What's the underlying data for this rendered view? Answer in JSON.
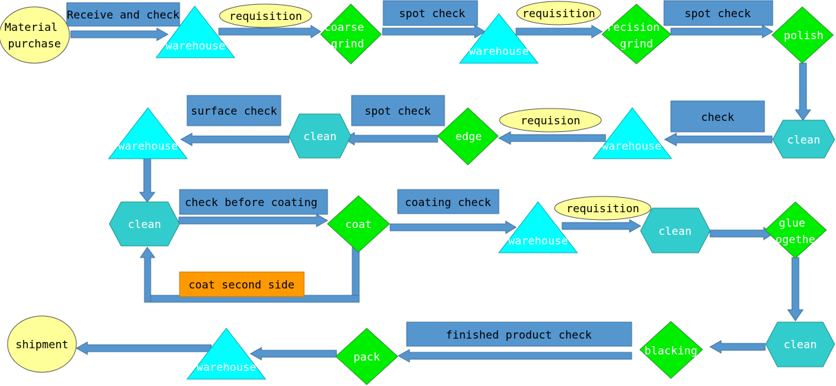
{
  "colors": {
    "arrow": "#5596cf",
    "label_box": "#5596cf",
    "orange_box": "#ff9900",
    "oval": "#ffff99",
    "warehouse": "#00ffff",
    "decision": "#00ee00",
    "clean": "#33cccc"
  },
  "nodes": {
    "material_purchase": [
      "Material",
      "purchase"
    ],
    "warehouse_1": "warehouse",
    "coarse_grind": [
      "coarse",
      "grind"
    ],
    "warehouse_2": "warehouse",
    "precision_grind": [
      "recision",
      "grind"
    ],
    "polish": "polish",
    "clean_1": "clean",
    "warehouse_3": "warehouse",
    "edge": "edge",
    "clean_2": "clean",
    "warehouse_4": "warehouse",
    "clean_3": "clean",
    "coat": "coat",
    "warehouse_5": "warehouse",
    "clean_4": "clean",
    "glue_together": [
      "glue",
      "ogethe"
    ],
    "clean_5": "clean",
    "blacking": "blacking",
    "pack": "pack",
    "warehouse_6": "warehouse",
    "shipment": "shipment"
  },
  "labels": {
    "receive_and_check": "Receive and check",
    "requisition_1": "requisition",
    "spot_check_1": "spot check",
    "requisition_2": "requisition",
    "spot_check_2": "spot check",
    "check": "check",
    "requision": "requision",
    "spot_check_3": "spot check",
    "surface_check": "surface check",
    "check_before_coating": "check before coating",
    "coating_check": "coating check",
    "requisition_3": "requisition",
    "coat_second_side": "coat second side",
    "finished_product_check": "finished product check"
  }
}
